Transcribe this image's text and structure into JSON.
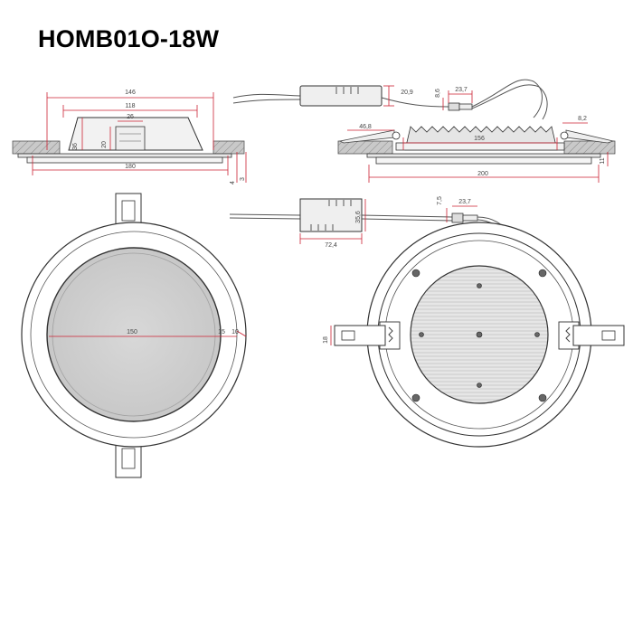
{
  "title": "HOMB01O-18W",
  "colors": {
    "dimension": "#cc2233",
    "outline": "#333333",
    "fill": "#d8d8d8"
  },
  "dims": {
    "side_left": {
      "top_width": "146",
      "inner_width": "118",
      "driver_width": "26",
      "height": "36",
      "driver_height": "20",
      "bottom_width": "180",
      "glass_thk": "4",
      "rim_thk": "3"
    },
    "side_right": {
      "left_offset": "46,8",
      "cut_width": "156",
      "clip_thk": "8,2",
      "total_width": "200",
      "glass_height": "11"
    },
    "driver_top": {
      "height": "20,9",
      "cable_height": "8,6",
      "connector_len": "23,7"
    },
    "driver_bottom": {
      "height": "35,6",
      "length": "72,4",
      "cable_height": "7,5",
      "connector_len": "23,7"
    },
    "front": {
      "diameter": "150",
      "ring1": "15",
      "ring2": "10"
    },
    "back": {
      "clip_height": "18"
    }
  }
}
